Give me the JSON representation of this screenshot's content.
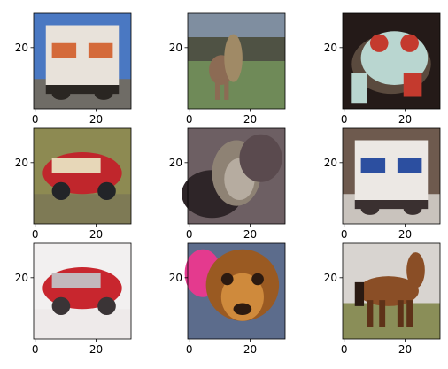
{
  "chart_data": [
    {
      "type": "image",
      "title": "",
      "xlabel": "",
      "ylabel": "",
      "xlim": [
        -0.5,
        31.5
      ],
      "ylim": [
        31.5,
        -0.5
      ],
      "xticks": [
        0,
        20
      ],
      "yticks": [
        20
      ],
      "image": "truck",
      "palette": {
        "sky": "#4a78c2",
        "body": "#e8e2da",
        "accent": "#d46a3a",
        "dark": "#2a2622",
        "ground": "#6f6c66"
      }
    },
    {
      "type": "image",
      "title": "",
      "xlabel": "",
      "ylabel": "",
      "xlim": [
        -0.5,
        31.5
      ],
      "ylim": [
        31.5,
        -0.5
      ],
      "xticks": [
        0,
        20
      ],
      "yticks": [
        20
      ],
      "image": "deer",
      "palette": {
        "sky": "#7f8ea0",
        "body": "#8c6b54",
        "accent": "#a08a66",
        "dark": "#4f5244",
        "ground": "#6f8a58"
      }
    },
    {
      "type": "image",
      "title": "",
      "xlabel": "",
      "ylabel": "",
      "xlim": [
        -0.5,
        31.5
      ],
      "ylim": [
        31.5,
        -0.5
      ],
      "xticks": [
        0,
        20
      ],
      "yticks": [
        20
      ],
      "image": "frog",
      "palette": {
        "sky": "#3a2b28",
        "body": "#b9d6d0",
        "accent": "#c43a2e",
        "dark": "#241a18",
        "ground": "#5a4a3e"
      }
    },
    {
      "type": "image",
      "title": "",
      "xlabel": "",
      "ylabel": "",
      "xlim": [
        -0.5,
        31.5
      ],
      "ylim": [
        31.5,
        -0.5
      ],
      "xticks": [
        0,
        20
      ],
      "yticks": [
        20
      ],
      "image": "automobile",
      "palette": {
        "sky": "#8d8a52",
        "body": "#c0262c",
        "accent": "#e7d7b8",
        "dark": "#222428",
        "ground": "#7e7a55"
      }
    },
    {
      "type": "image",
      "title": "",
      "xlabel": "",
      "ylabel": "",
      "xlim": [
        -0.5,
        31.5
      ],
      "ylim": [
        31.5,
        -0.5
      ],
      "xticks": [
        0,
        20
      ],
      "yticks": [
        20
      ],
      "image": "bird",
      "palette": {
        "sky": "#5a4a4e",
        "body": "#8e8274",
        "accent": "#b6aca0",
        "dark": "#2e2528",
        "ground": "#6d5f63"
      }
    },
    {
      "type": "image",
      "title": "",
      "xlabel": "",
      "ylabel": "",
      "xlim": [
        -0.5,
        31.5
      ],
      "ylim": [
        31.5,
        -0.5
      ],
      "xticks": [
        0,
        20
      ],
      "yticks": [
        20
      ],
      "image": "truck",
      "palette": {
        "sky": "#6e5a4e",
        "body": "#ece8e4",
        "accent": "#2c4fa0",
        "dark": "#3a3030",
        "ground": "#c9c3bd"
      }
    },
    {
      "type": "image",
      "title": "",
      "xlabel": "",
      "ylabel": "",
      "xlim": [
        -0.5,
        31.5
      ],
      "ylim": [
        31.5,
        -0.5
      ],
      "xticks": [
        0,
        20
      ],
      "yticks": [
        20
      ],
      "image": "automobile",
      "palette": {
        "sky": "#f2f0f0",
        "body": "#c8262e",
        "accent": "#c2b8bc",
        "dark": "#3a3436",
        "ground": "#eeeaea"
      }
    },
    {
      "type": "image",
      "title": "",
      "xlabel": "",
      "ylabel": "",
      "xlim": [
        -0.5,
        31.5
      ],
      "ylim": [
        31.5,
        -0.5
      ],
      "xticks": [
        0,
        20
      ],
      "yticks": [
        20
      ],
      "image": "dog",
      "palette": {
        "sky": "#e43a8e",
        "body": "#9a5a22",
        "accent": "#cf8a3c",
        "dark": "#2c1a10",
        "ground": "#5c6c8c"
      }
    },
    {
      "type": "image",
      "title": "",
      "xlabel": "",
      "ylabel": "",
      "xlim": [
        -0.5,
        31.5
      ],
      "ylim": [
        31.5,
        -0.5
      ],
      "xticks": [
        0,
        20
      ],
      "yticks": [
        20
      ],
      "image": "horse",
      "palette": {
        "sky": "#d8d4d0",
        "body": "#8a4e26",
        "accent": "#5e3218",
        "dark": "#2a1a12",
        "ground": "#8a8e58"
      }
    }
  ]
}
